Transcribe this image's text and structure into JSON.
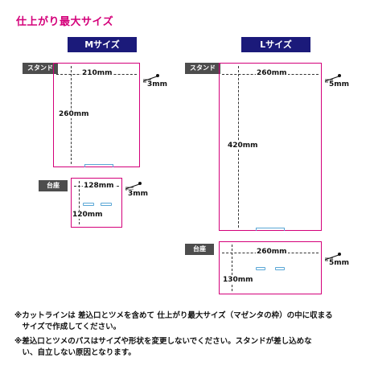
{
  "title": "仕上がり最大サイズ",
  "m_size": {
    "header": "Mサイズ",
    "stand": {
      "tag": "スタンド",
      "width": "210mm",
      "height": "260mm",
      "margin": "3mm"
    },
    "base": {
      "tag": "台座",
      "width": "128mm",
      "height": "120mm",
      "margin": "3mm"
    }
  },
  "l_size": {
    "header": "Lサイズ",
    "stand": {
      "tag": "スタンド",
      "width": "260mm",
      "height": "420mm",
      "margin": "5mm"
    },
    "base": {
      "tag": "台座",
      "width": "260mm",
      "height": "130mm",
      "margin": "5mm"
    }
  },
  "notes": [
    {
      "line1": "※カットラインは 差込口とツメを含めて 仕上がり最大サイズ（マゼンタの枠）の中に収まる",
      "line2": "　サイズで作成してください。"
    },
    {
      "line1": "※差込口とツメのパスはサイズや形状を変更しないでください。スタンドが差し込めな",
      "line2": "　い、自立しない原因となります。"
    }
  ],
  "colors": {
    "title": "#d4007a",
    "frame": "#d4007a",
    "header": "#1b1a7a",
    "tag": "#4d4d4d",
    "slot": "#5aa7d6"
  },
  "icons": [
    "margin-pointer-icon"
  ]
}
